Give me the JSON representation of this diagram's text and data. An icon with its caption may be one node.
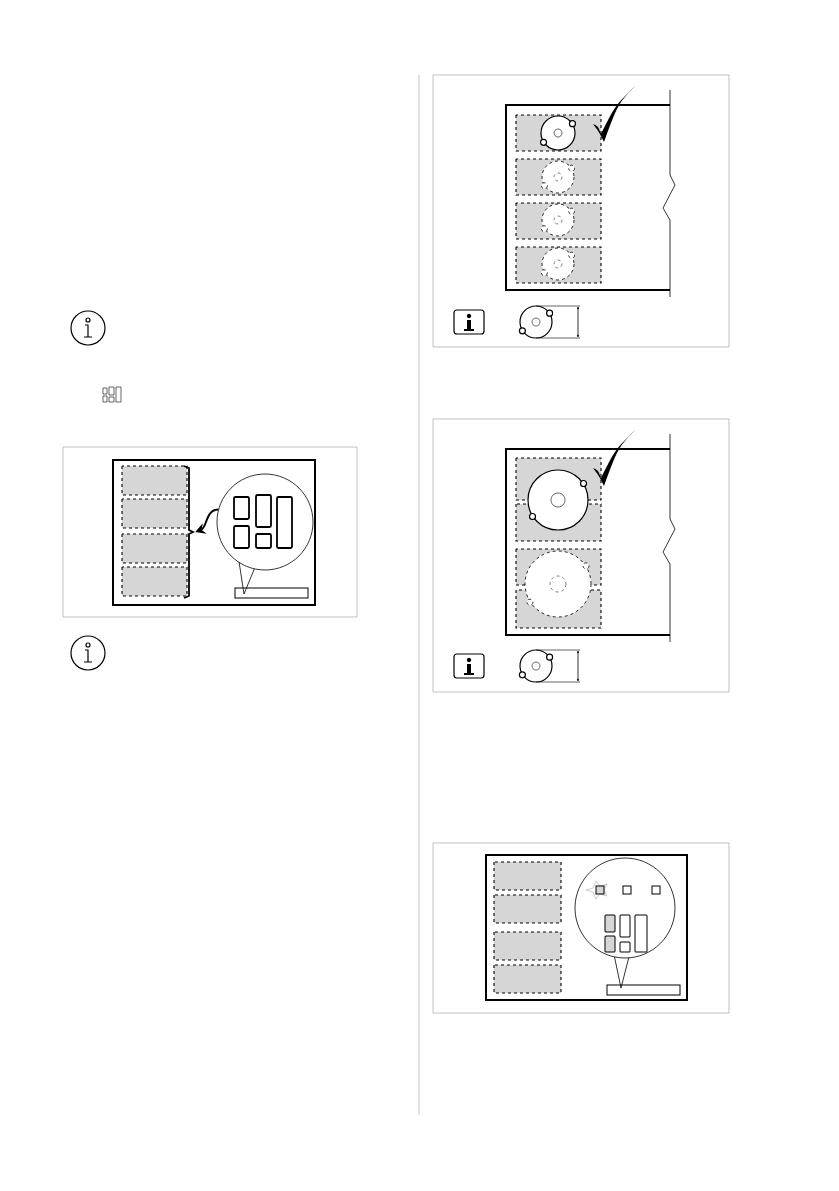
{
  "diagram": {
    "nodes": [
      {
        "text": [],
        "shape": "bracket"
      },
      {
        "text": [],
        "shape": "circle"
      }
    ],
    "edges": [
      {
        "from": 1,
        "to": 0,
        "arrow": "to"
      }
    ]
  }
}
